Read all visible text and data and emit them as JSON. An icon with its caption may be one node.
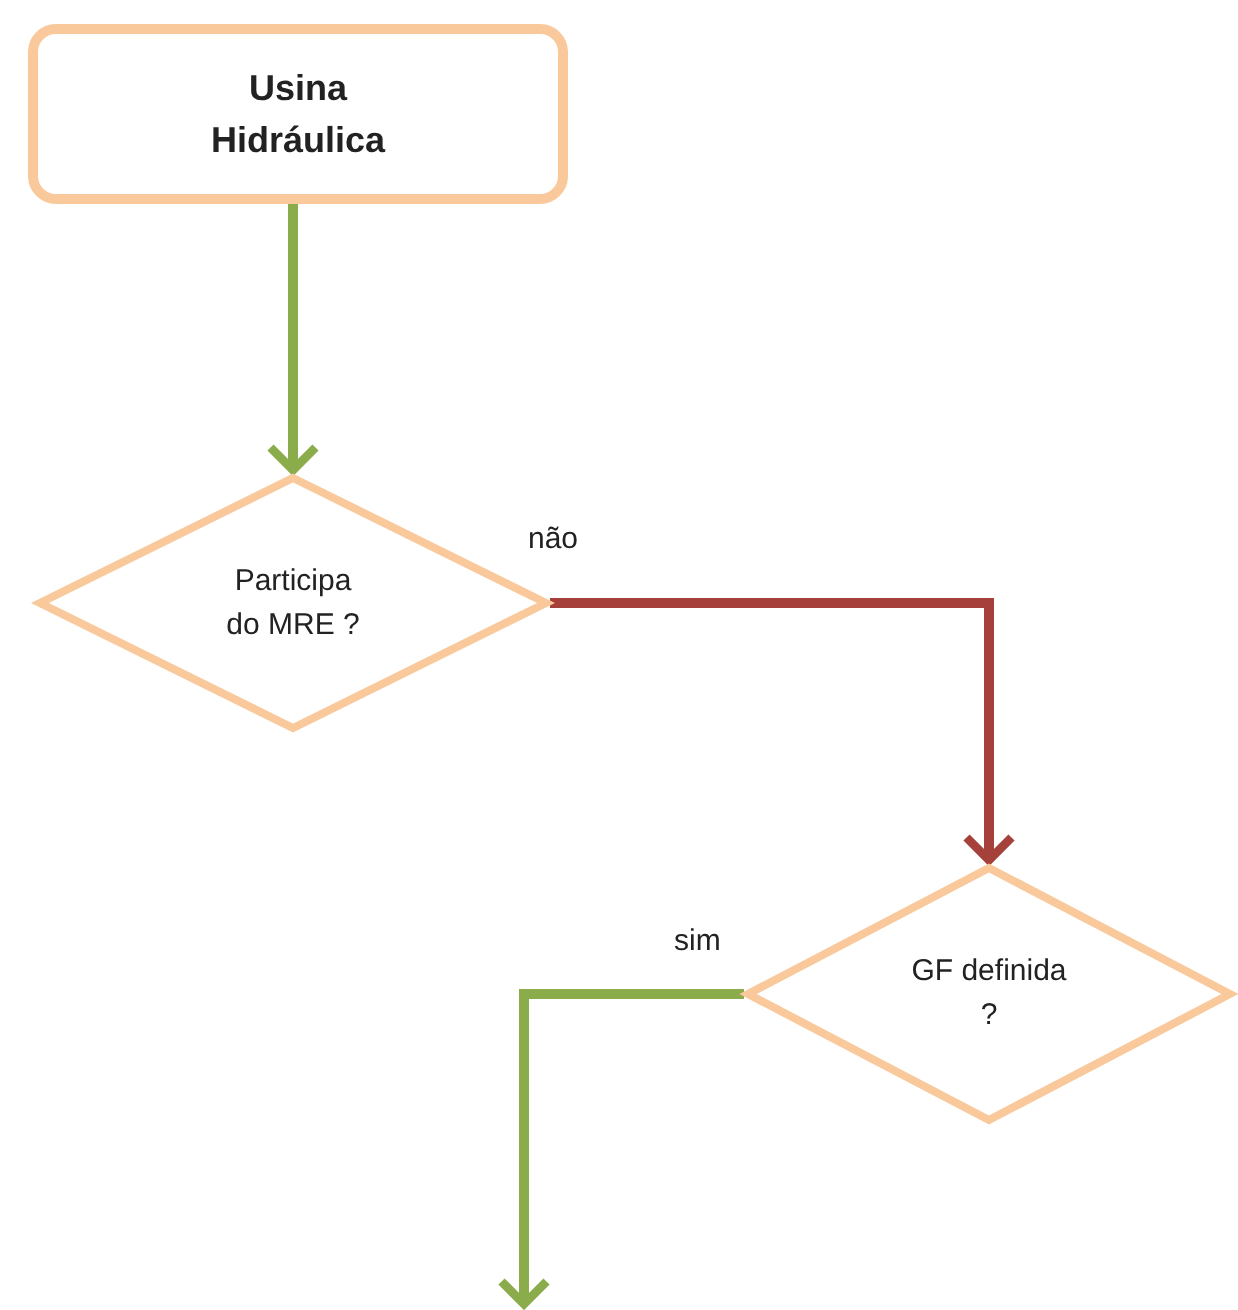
{
  "diagram": {
    "nodes": [
      {
        "text": [
          "Usina Hidráulica"
        ]
      },
      {
        "text": [
          "Participa do MRE ?"
        ]
      },
      {
        "text": [
          "GF definida ?"
        ]
      }
    ],
    "edges": [
      {
        "from": 0,
        "to": 1,
        "arrow": "to"
      },
      {
        "from": 1,
        "to": 2,
        "arrow": "to",
        "label": "não",
        "color": "#a5403a"
      },
      {
        "from": 2,
        "to": null,
        "arrow": "to",
        "label": "sim"
      }
    ]
  }
}
